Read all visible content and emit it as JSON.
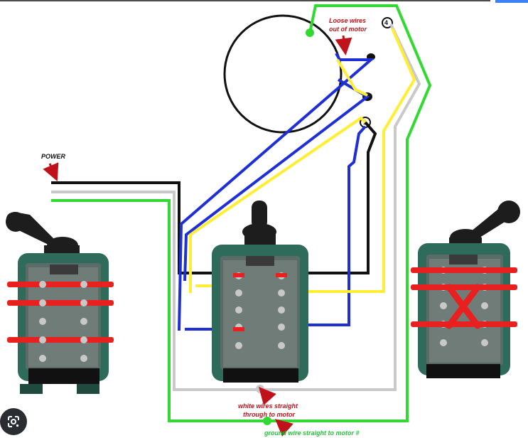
{
  "labels": {
    "loose_wires_line1": "Loose wires",
    "loose_wires_line2": "out of motor",
    "power": "POWER",
    "white_wires_line1": "white wires straight",
    "white_wires_line2": "through to motor",
    "ground_wire": "ground wire straight to motor #"
  },
  "terminals": {
    "t4": "4",
    "t1": "1"
  },
  "icons": {
    "lens": "google-lens-icon",
    "arrow": "red-arrow-icon",
    "x_mark": "red-x-icon"
  },
  "colors": {
    "black_wire": "#111111",
    "white_wire": "#c9c9c9",
    "green_wire": "#33d933",
    "blue_wire": "#1f2fd6",
    "yellow_wire": "#ffee33",
    "red_marker": "#e8201f",
    "switch_body": "#2f6b5a",
    "label_red": "#c0121a"
  }
}
